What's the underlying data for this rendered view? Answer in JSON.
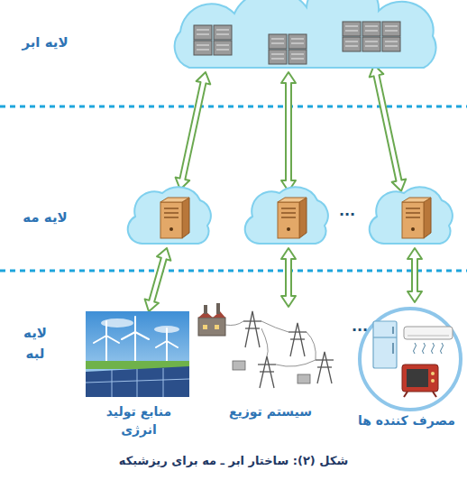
{
  "diagram": {
    "caption": "شکل (۲): ساختار ابر ـ مه برای ریزشبکه",
    "nodes": [
      {
        "text": [
          "منابع تولید انرژی"
        ]
      },
      {
        "text": [
          "سیستم توزیع"
        ]
      },
      {
        "text": [
          "مصرف کننده ها"
        ]
      }
    ],
    "labels": [
      "لایه ابر",
      "لایه مه",
      "...",
      "لایه لبه",
      "..."
    ]
  }
}
